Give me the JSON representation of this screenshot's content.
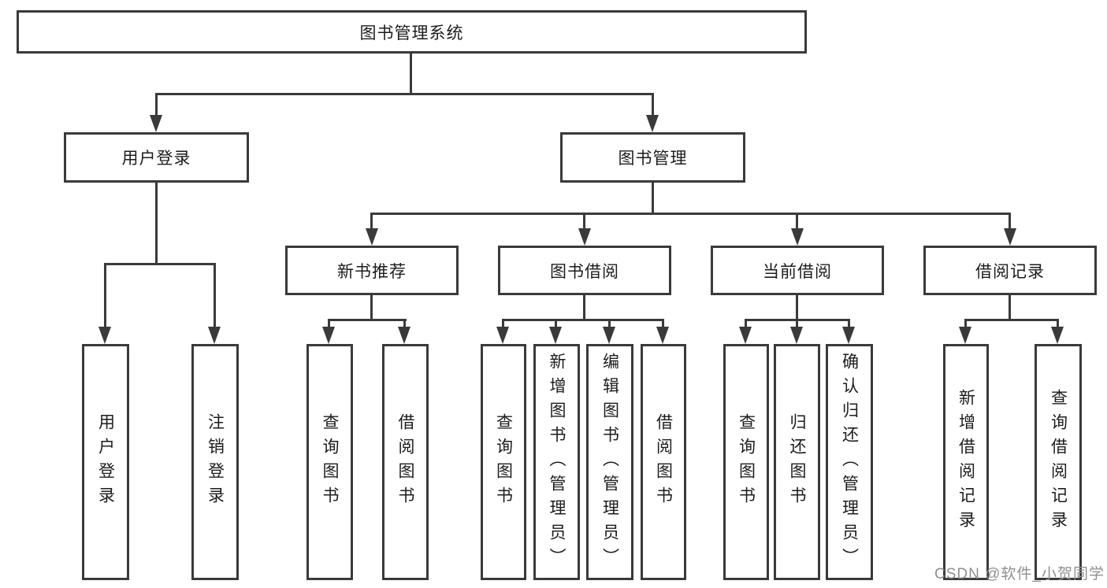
{
  "diagram_type": "hierarchy-tree",
  "colors": {
    "line": "#3a3a3a",
    "box_border": "#3a3a3a",
    "box_fill": "#ffffff",
    "text": "#1c1c1c",
    "background": "#ffffff",
    "watermark": "#8f8f8f"
  },
  "tree": {
    "label": "图书管理系统",
    "children": [
      {
        "label": "用户登录",
        "children": [
          {
            "label": "用户登录"
          },
          {
            "label": "注销登录"
          }
        ]
      },
      {
        "label": "图书管理",
        "children": [
          {
            "label": "新书推荐",
            "children": [
              {
                "label": "查询图书"
              },
              {
                "label": "借阅图书"
              }
            ]
          },
          {
            "label": "图书借阅",
            "children": [
              {
                "label": "查询图书"
              },
              {
                "label": "新增图书（管理员）"
              },
              {
                "label": "编辑图书（管理员）"
              },
              {
                "label": "借阅图书"
              }
            ]
          },
          {
            "label": "当前借阅",
            "children": [
              {
                "label": "查询图书"
              },
              {
                "label": "归还图书"
              },
              {
                "label": "确认归还（管理员）"
              }
            ]
          },
          {
            "label": "借阅记录",
            "children": [
              {
                "label": "新增借阅记录"
              },
              {
                "label": "查询借阅记录"
              }
            ]
          }
        ]
      }
    ]
  },
  "watermark": {
    "text": "CSDN @软件_小贺同学"
  }
}
